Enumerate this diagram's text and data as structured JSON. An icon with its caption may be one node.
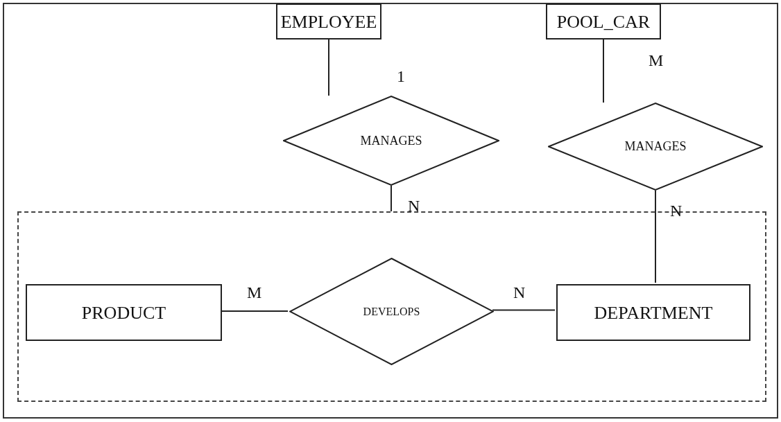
{
  "diagram": {
    "nodes": [
      {
        "text": [
          "EMPLOYEE"
        ]
      },
      {
        "text": [
          "POOL_CAR"
        ]
      },
      {
        "text": [
          "MANAGES"
        ]
      },
      {
        "text": [
          "MANAGES"
        ]
      },
      {
        "text": [],
        "shape": "box"
      },
      {
        "text": [
          "PRODUCT"
        ],
        "in": 4
      },
      {
        "text": [
          "DEVELOPS"
        ],
        "in": 4
      },
      {
        "text": [
          "DEPARTMENT"
        ],
        "in": 4
      }
    ],
    "edges": [
      {
        "from": 0,
        "to": 2,
        "arrow": "none",
        "label": "1"
      },
      {
        "from": 2,
        "to": 4,
        "arrow": "none",
        "label": "N"
      },
      {
        "from": 1,
        "to": 3,
        "arrow": "none",
        "label": "M"
      },
      {
        "from": 3,
        "to": 7,
        "arrow": "none",
        "label": "N"
      },
      {
        "from": 5,
        "to": 6,
        "arrow": "none",
        "label": "M"
      },
      {
        "from": 6,
        "to": 7,
        "arrow": "none",
        "label": "N"
      }
    ]
  }
}
